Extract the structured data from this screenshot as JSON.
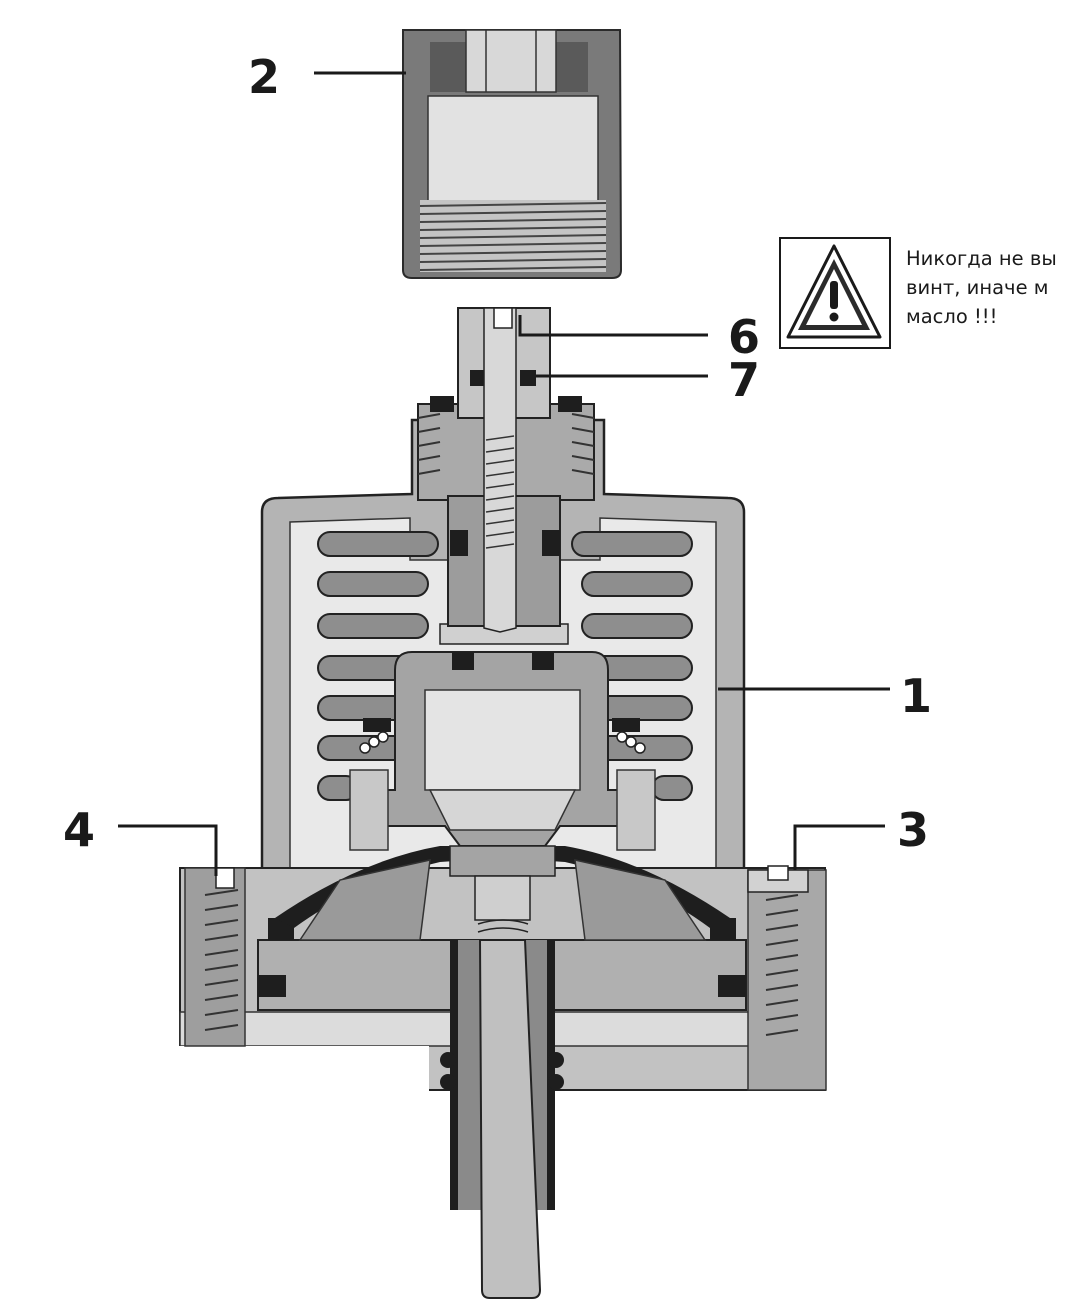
{
  "labels": {
    "part_1": "1",
    "part_2": "2",
    "part_3": "3",
    "part_4": "4",
    "part_6": "6",
    "part_7": "7"
  },
  "warning": {
    "icon": "warning-triangle-icon",
    "line1": "Никогда не вы",
    "line2": "винт, иначе м",
    "line3": "масло !!!"
  },
  "colors": {
    "body_gray": "#b8b8b8",
    "dark_gray": "#6e6e6e",
    "seal_black": "#1e1e1e",
    "light_fill": "#e6e6e6"
  }
}
